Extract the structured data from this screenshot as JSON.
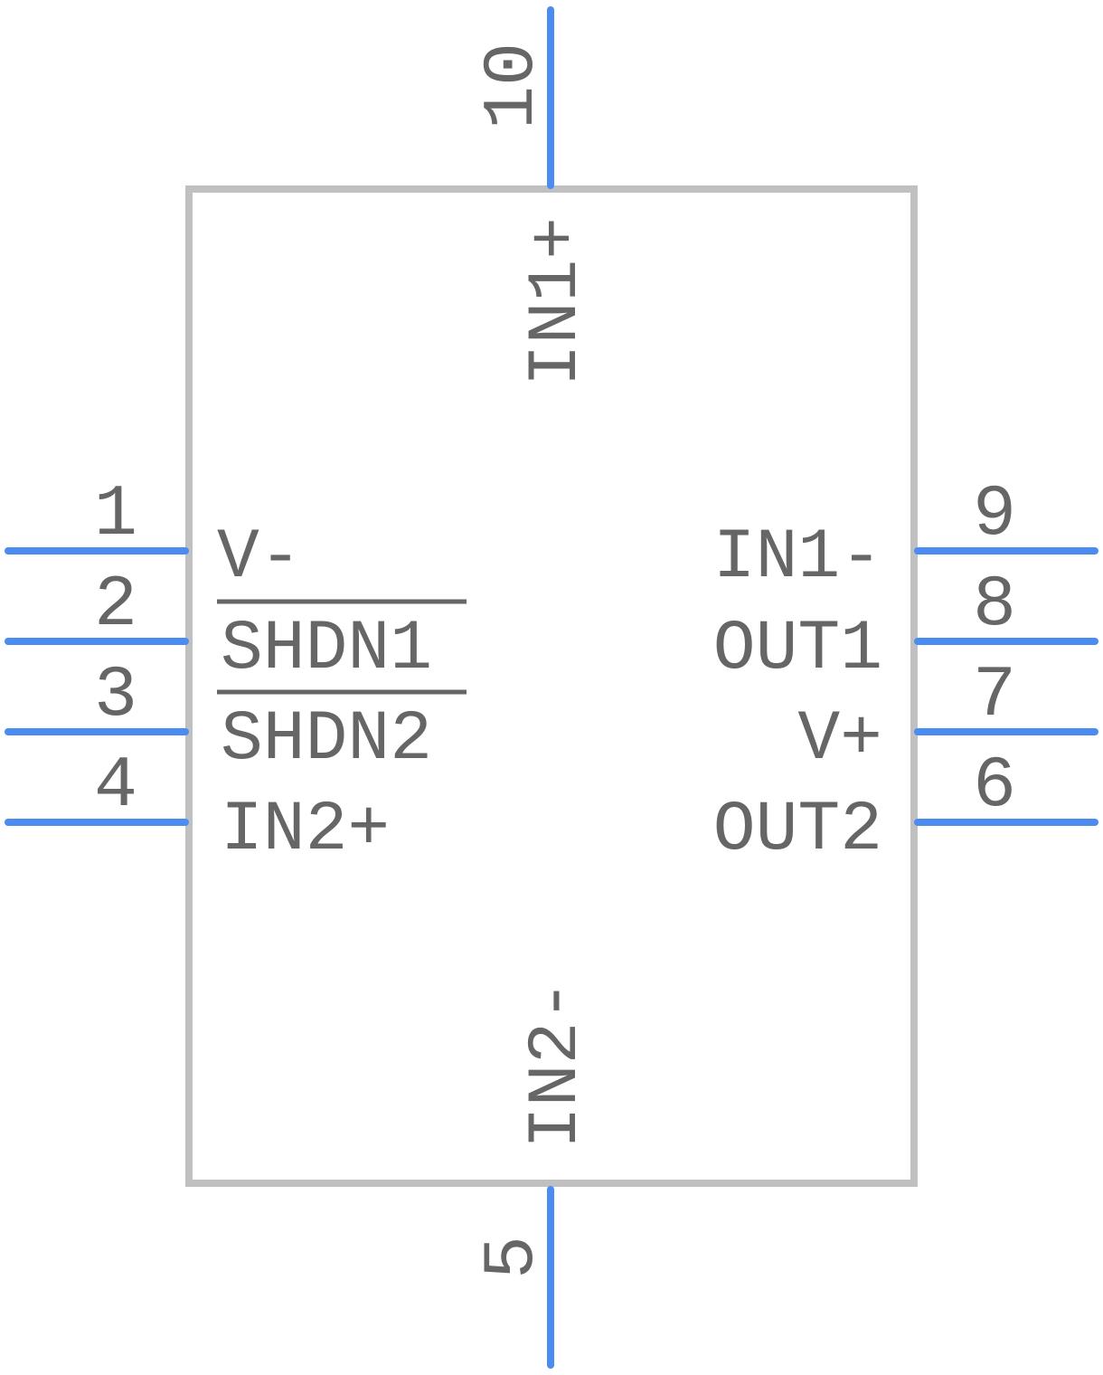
{
  "colors": {
    "body_outline": "#c0c0c0",
    "pin_line": "#4a8cf0",
    "text": "#666666",
    "background": "#ffffff"
  },
  "pins": [
    {
      "number": "1",
      "name": "V-",
      "side": "left",
      "overbar": false
    },
    {
      "number": "2",
      "name": "SHDN1",
      "side": "left",
      "overbar": true
    },
    {
      "number": "3",
      "name": "SHDN2",
      "side": "left",
      "overbar": true
    },
    {
      "number": "4",
      "name": "IN2+",
      "side": "left",
      "overbar": false
    },
    {
      "number": "5",
      "name": "IN2-",
      "side": "bottom",
      "overbar": false
    },
    {
      "number": "6",
      "name": "OUT2",
      "side": "right",
      "overbar": false
    },
    {
      "number": "7",
      "name": "V+",
      "side": "right",
      "overbar": false
    },
    {
      "number": "8",
      "name": "OUT1",
      "side": "right",
      "overbar": false
    },
    {
      "number": "9",
      "name": "IN1-",
      "side": "right",
      "overbar": false
    },
    {
      "number": "10",
      "name": "IN1+",
      "side": "top",
      "overbar": false
    }
  ]
}
